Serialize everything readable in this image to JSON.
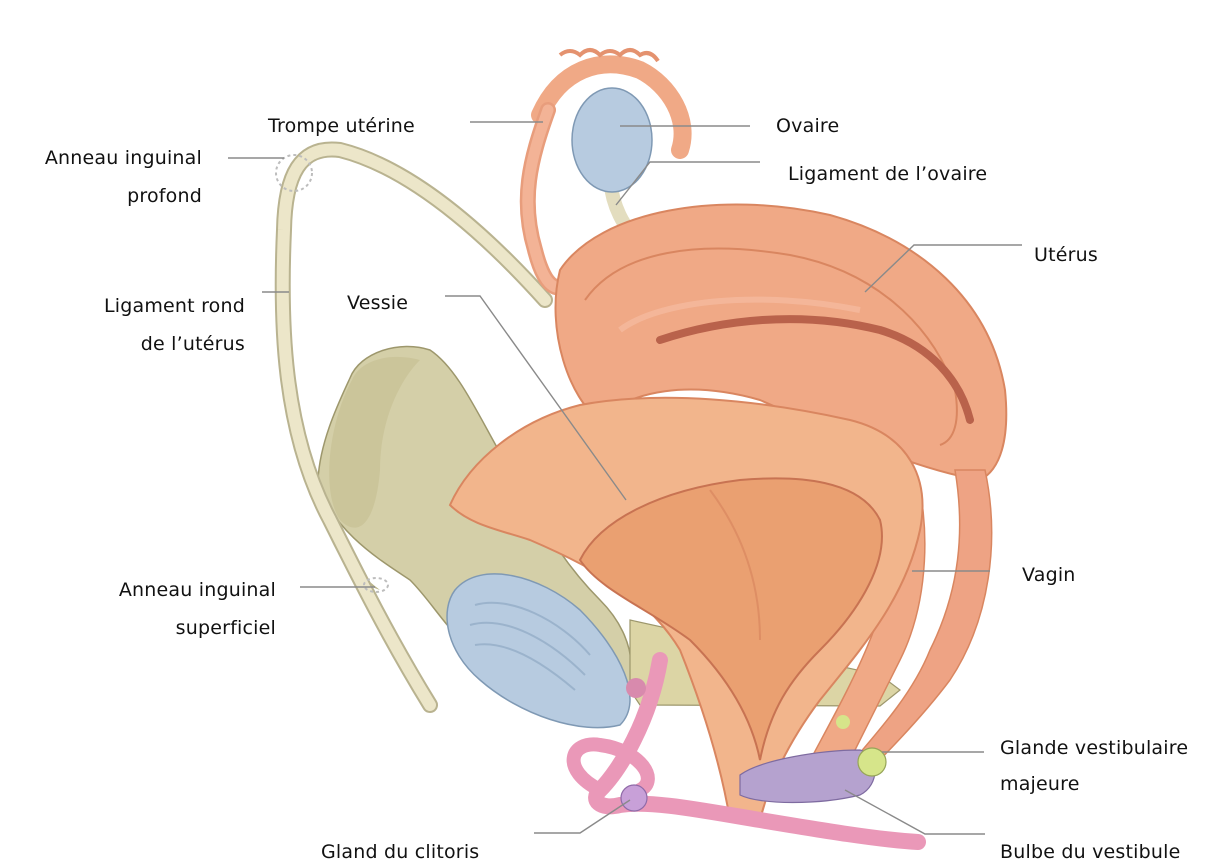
{
  "labels": {
    "trompe_uterine": "Trompe utérine",
    "ovaire": "Ovaire",
    "anneau_inguinal_profond_1": "Anneau inguinal",
    "anneau_inguinal_profond_2": "profond",
    "ligament_ovaire": "Ligament de l’ovaire",
    "uterus": "Utérus",
    "ligament_rond_1": "Ligament rond",
    "ligament_rond_2": "de l’utérus",
    "vessie": "Vessie",
    "vagin": "Vagin",
    "anneau_inguinal_superficiel_1": "Anneau inguinal",
    "anneau_inguinal_superficiel_2": "superficiel",
    "glande_vestibulaire_1": "Glande vestibulaire",
    "glande_vestibulaire_2": "majeure",
    "gland_clitoris": "Gland du clitoris",
    "bulbe_vestibule": "Bulbe du vestibule"
  },
  "colors": {
    "uterus": "#f0a986",
    "uterus_dark": "#d98660",
    "bladder_wall": "#f2b58c",
    "bladder_inner": "#eaa071",
    "bone": "#d4cfa8",
    "bone_shadow": "#b7b184",
    "blue_tissue": "#b7cbe0",
    "ligament": "#ece6c9",
    "clitoris_pink": "#ea98b8",
    "bulb_purple": "#b5a2cf",
    "gland_green": "#d6e58a",
    "leader": "#8a8a8a"
  }
}
